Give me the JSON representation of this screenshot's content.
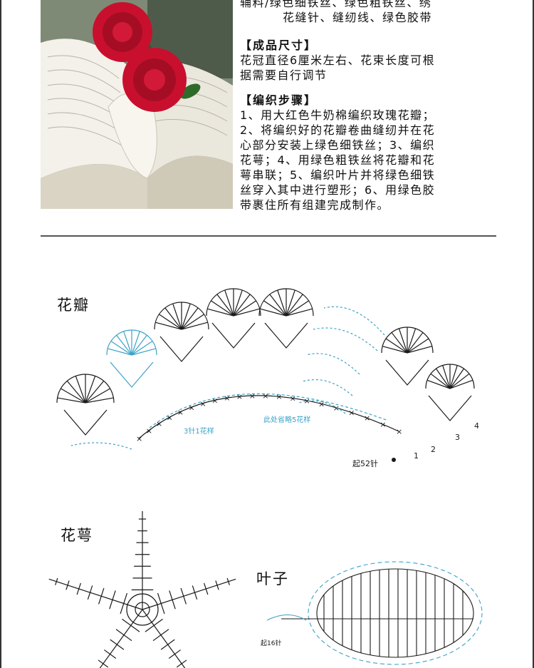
{
  "intro_lines": [
    "辅料/绿色细铁丝、绿色粗铁丝、绣",
    "花缝针、缝纫线、绿色胶带"
  ],
  "size": {
    "heading": "【成品尺寸】",
    "lines": [
      "花冠直径6厘米左右、花束长度可根",
      "据需要自行调节"
    ]
  },
  "steps": {
    "heading": "【编织步骤】",
    "lines": [
      "1、用大红色牛奶棉编织玫瑰花瓣；",
      "2、将编织好的花瓣卷曲缝纫并在花",
      "心部分安装上绿色细铁丝；3、编织",
      "花萼；4、用绿色粗铁丝将花瓣和花",
      "萼串联；5、编织叶片并将绿色细铁",
      "丝穿入其中进行塑形；6、用绿色胶",
      "带裹住所有组建完成制作。"
    ]
  },
  "diagram": {
    "petal_label": "花瓣",
    "sepal_label": "花萼",
    "leaf_label": "叶子",
    "note_3in1": "3针1花样",
    "note_omit": "此处省略5花样",
    "start_petal": "起52针",
    "start_leaf": "起16针",
    "row_numbers": [
      "1",
      "2",
      "3",
      "4"
    ]
  },
  "colors": {
    "ink": "#1a1a1a",
    "blue": "#3aa3c8",
    "rose": "#c8102e"
  }
}
